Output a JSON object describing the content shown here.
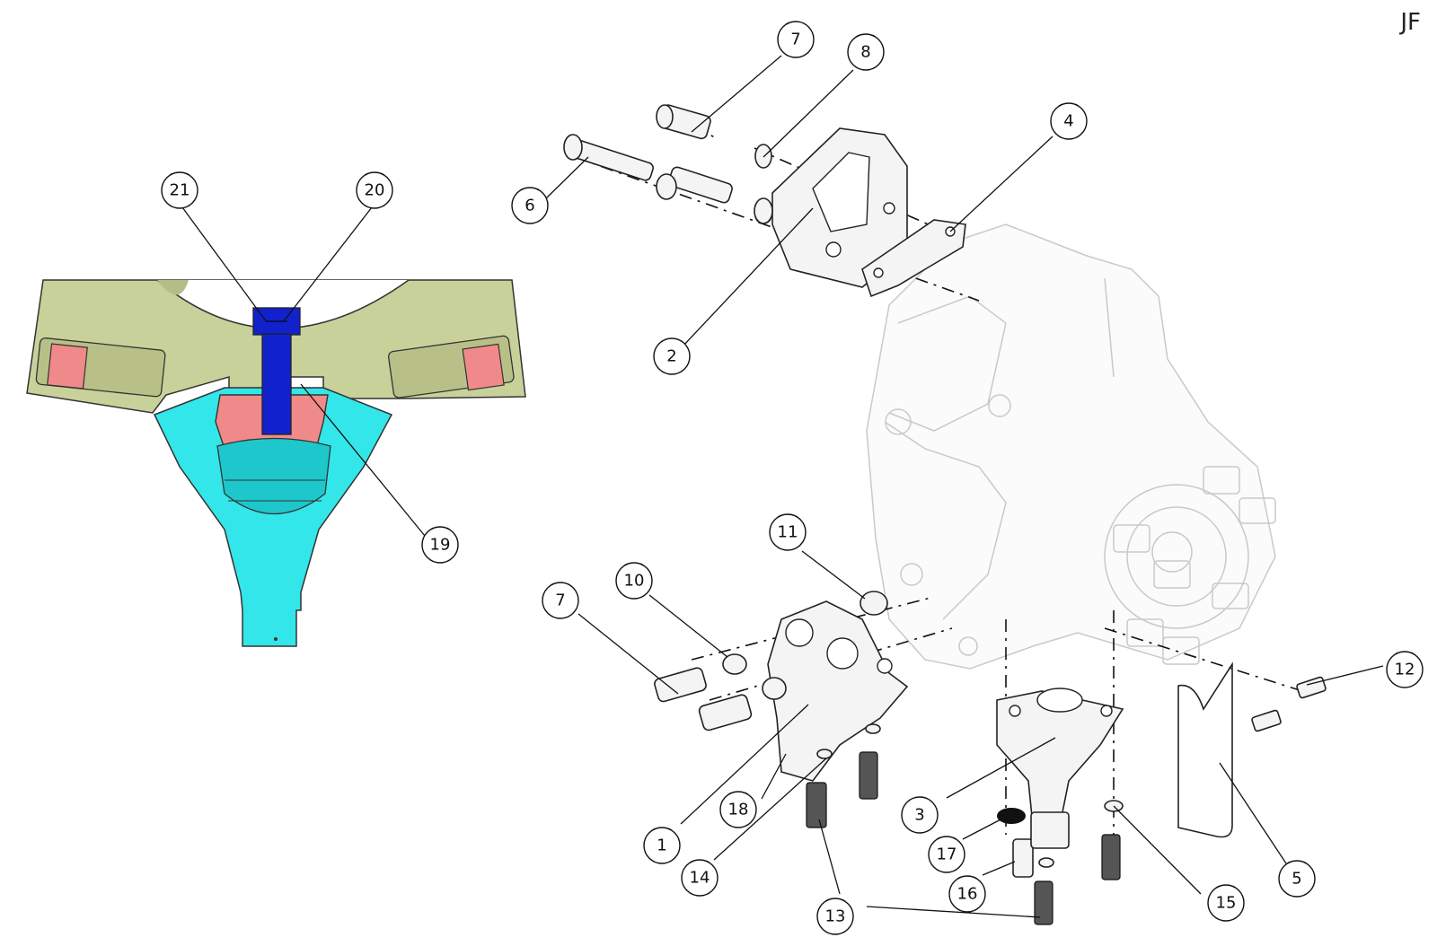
{
  "sheet_code": "JF",
  "callouts": {
    "c1": "1",
    "c2": "2",
    "c3": "3",
    "c4": "4",
    "c5": "5",
    "c6": "6",
    "c7a": "7",
    "c7b": "7",
    "c8": "8",
    "c10": "10",
    "c11": "11",
    "c12": "12",
    "c13": "13",
    "c14": "14",
    "c15": "15",
    "c16": "16",
    "c17": "17",
    "c18": "18",
    "c19": "19",
    "c20": "20",
    "c21": "21"
  },
  "colors": {
    "housing": "#c8d19a",
    "mount": "#33e6ea",
    "bolt": "#1122cc",
    "bushing": "#f08a8a"
  }
}
